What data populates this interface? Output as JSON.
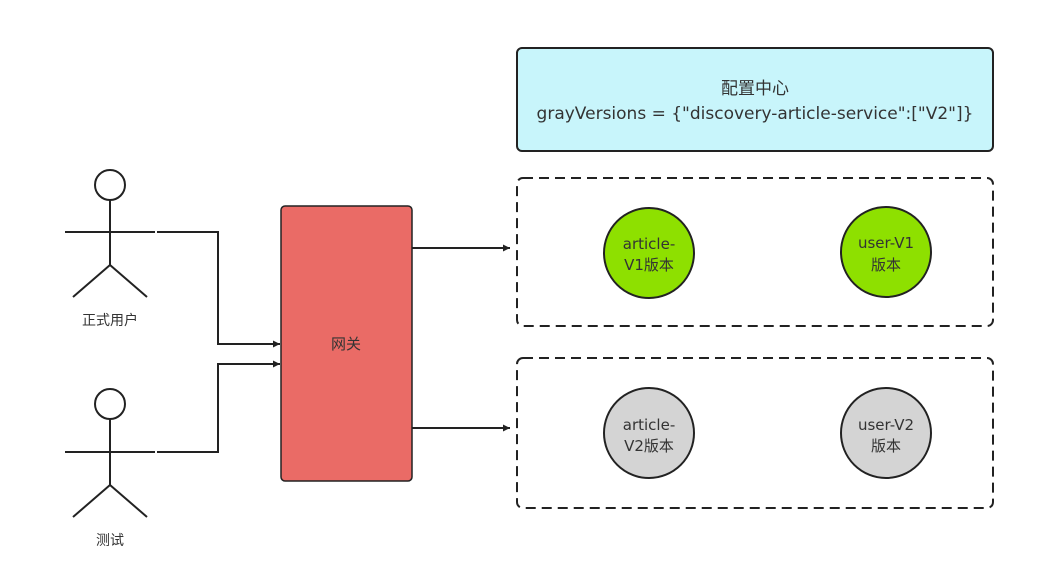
{
  "diagram": {
    "config_center": {
      "title": "配置中心",
      "content": "grayVersions = {\"discovery-article-service\":[\"V2\"]}",
      "fill": "#c8f5fb"
    },
    "actors": [
      {
        "id": "prod-user",
        "label": "正式用户"
      },
      {
        "id": "tester",
        "label": "测试"
      }
    ],
    "gateway": {
      "label": "网关",
      "fill": "#ea6b66"
    },
    "groups": [
      {
        "id": "v1-group",
        "fill": "#8ee000",
        "services": [
          {
            "line1": "article-",
            "line2": "V1版本"
          },
          {
            "line1": "user-V1",
            "line2": "版本"
          }
        ]
      },
      {
        "id": "v2-group",
        "fill": "#d4d4d4",
        "services": [
          {
            "line1": "article-",
            "line2": "V2版本"
          },
          {
            "line1": "user-V2",
            "line2": "版本"
          }
        ]
      }
    ],
    "edges": [
      {
        "from": "prod-user",
        "to": "gateway"
      },
      {
        "from": "tester",
        "to": "gateway"
      },
      {
        "from": "gateway",
        "to": "v1-group"
      },
      {
        "from": "gateway",
        "to": "v2-group"
      }
    ]
  }
}
